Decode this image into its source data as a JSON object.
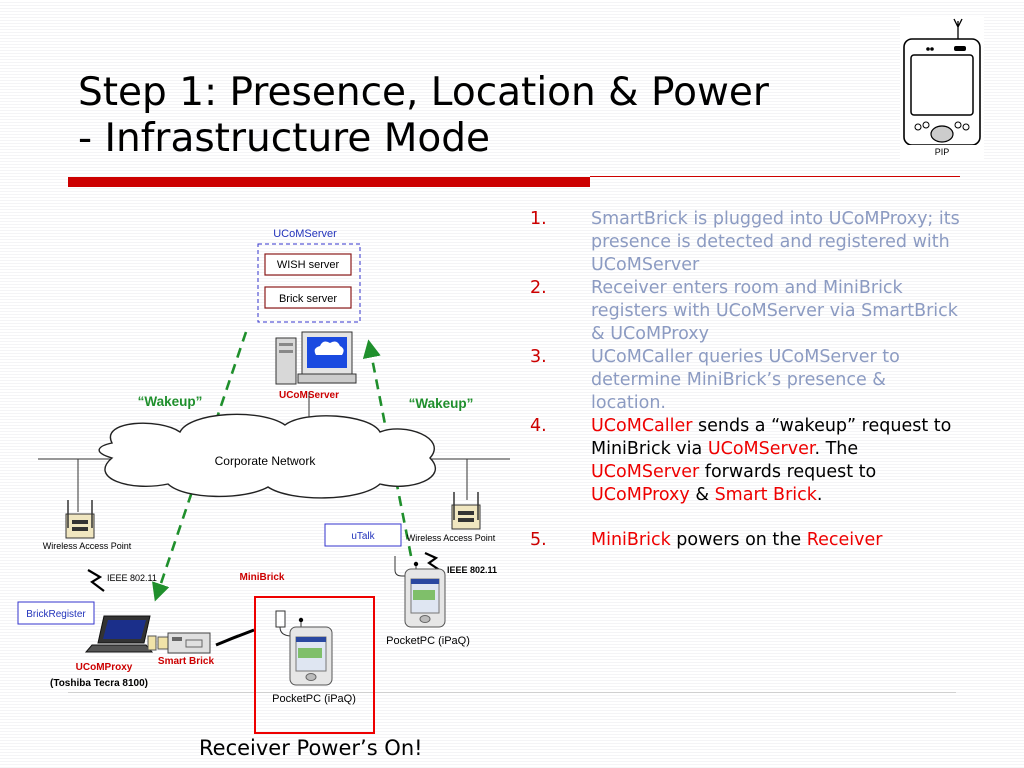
{
  "slide": {
    "title_line1": "Step 1: Presence, Location & Power",
    "title_line2": "- Infrastructure Mode",
    "pip_label": "PIP",
    "caption": "Receiver Power’s On!"
  },
  "steps": [
    {
      "num": "1.",
      "text": "SmartBrick is plugged into UCoMProxy; its presence is detected and registered with UCoMServer"
    },
    {
      "num": "2.",
      "text": "Receiver enters room and MiniBrick registers with UCoMServer via  SmartBrick & UCoMProxy"
    },
    {
      "num": "3.",
      "text": "UCoMCaller queries UCoMServer to determine MiniBrick’s presence & location."
    },
    {
      "num": "4.",
      "parts": [
        "UCoMCaller",
        " sends a “wakeup” request to MiniBrick via ",
        "UCoMServer",
        ". The ",
        "UCoMServer",
        " forwards request to ",
        "UCoMProxy",
        " & ",
        "Smart Brick",
        "."
      ]
    },
    {
      "num": "5.",
      "parts": [
        "MiniBrick",
        " powers on the ",
        "Receiver"
      ]
    }
  ],
  "diagram": {
    "ucomserver_group": "UCoMServer",
    "wish_server": "WISH server",
    "brick_server": "Brick server",
    "ucomserver_label": "UCoMServer",
    "wakeup_left": "“Wakeup”",
    "wakeup_right": "“Wakeup”",
    "corporate_network": "Corporate  Network",
    "wap_left": "Wireless Access Point",
    "wap_right": "Wireless Access Point",
    "ieee_left": "IEEE 802.11",
    "ieee_right": "IEEE 802.11",
    "utalk": "uTalk",
    "brickregister": "BrickRegister",
    "minibrick": "MiniBrick",
    "smart_brick": "Smart Brick",
    "ucomproxy": "UCoMProxy",
    "toshiba": "(Toshiba Tecra 8100)",
    "pocketpc_right": "PocketPC (iPaQ)",
    "pocketpc_center": "PocketPC (iPaQ)"
  },
  "colors": {
    "accent_red": "#cc0000",
    "dim_blue": "#8c9bc2",
    "wakeup_green": "#1f8f2c",
    "box_blue": "#3333cc",
    "box_red": "#8b1a1a",
    "minibrick_frame": "#ee0000"
  }
}
